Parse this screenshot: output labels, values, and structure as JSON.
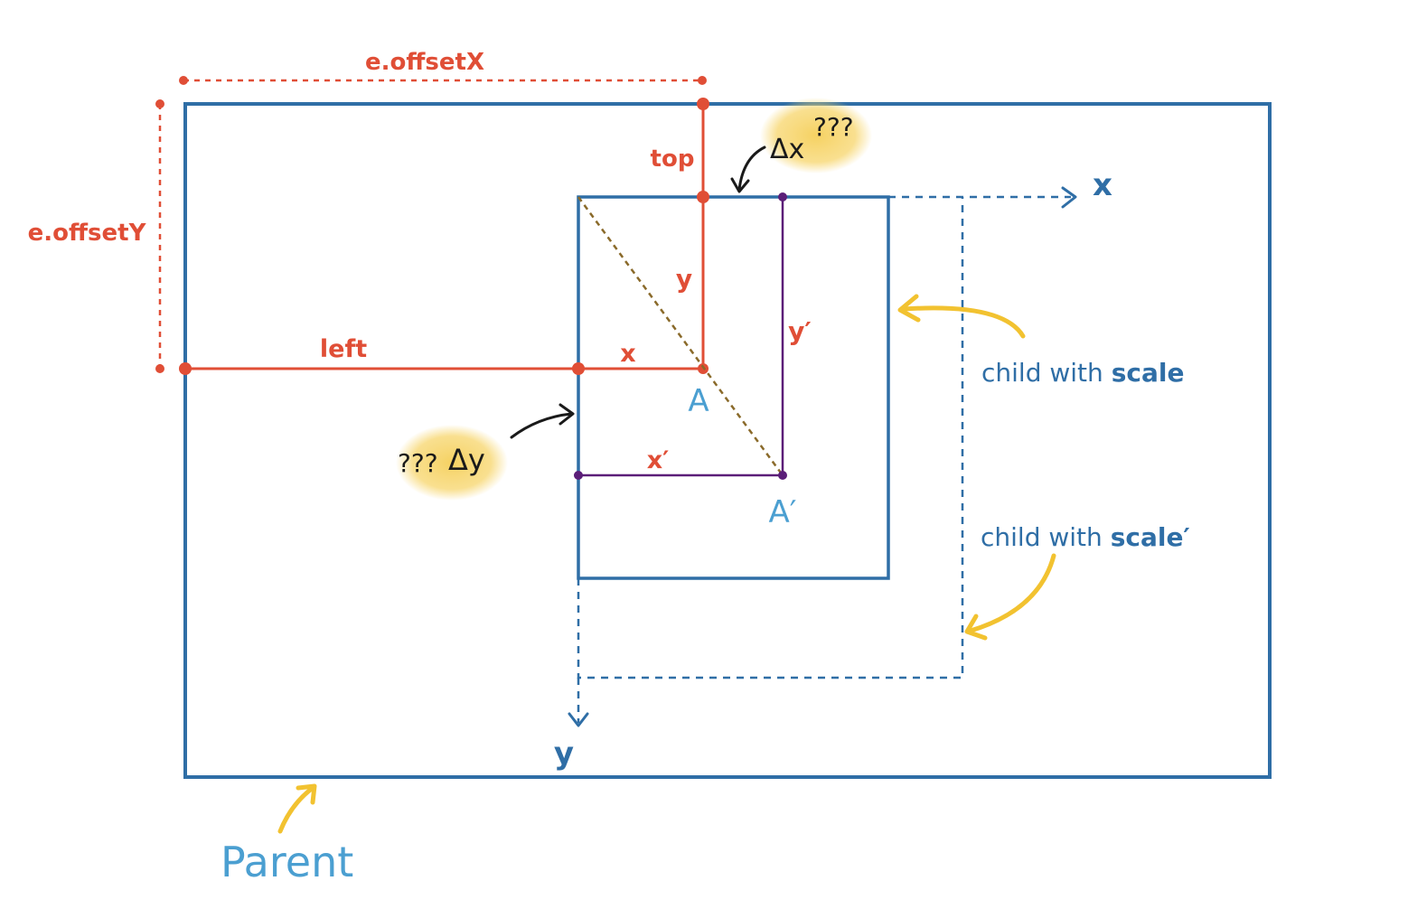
{
  "colors": {
    "blue": "#2f6ea6",
    "light_blue": "#4b9fd1",
    "red": "#e04e36",
    "purple": "#5b1e78",
    "yellow": "#f2c230",
    "highlight": "#f5cf5a",
    "brown_dash": "#8a6a2a",
    "ink": "#1a1a1a"
  },
  "labels": {
    "offset_x": "e.offsetX",
    "offset_y": "e.offsetY",
    "top": "top",
    "left": "left",
    "x": "x",
    "y": "y",
    "x_prime": "x′",
    "y_prime": "y′",
    "point_a": "A",
    "point_a_prime": "A′",
    "delta_x": "Δx",
    "delta_x_marks": "???",
    "delta_y_marks": "???",
    "delta_y": "Δy",
    "axis_x": "x",
    "axis_y": "y",
    "child_scale_prefix": "child with ",
    "child_scale_bold": "scale",
    "child_scale_prime_prefix": "child with ",
    "child_scale_prime_bold": "scale′",
    "parent": "Parent"
  }
}
